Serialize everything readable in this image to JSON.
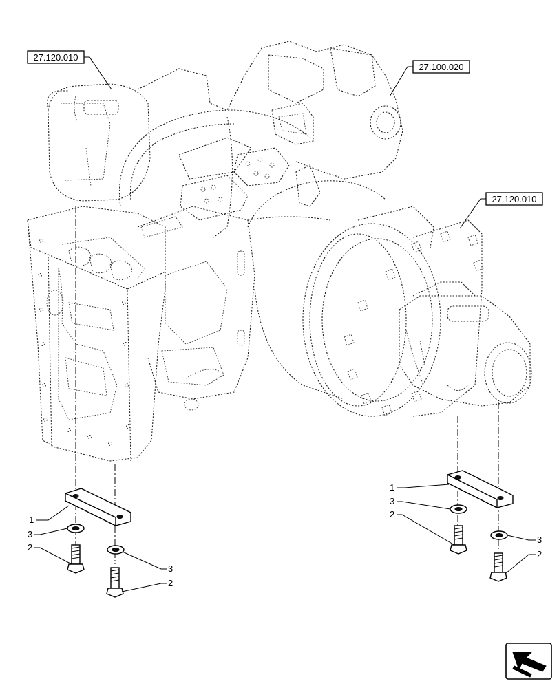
{
  "references": {
    "ref_left_top": "27.120.010",
    "ref_center_top": "27.100.020",
    "ref_right": "27.120.010"
  },
  "callouts": {
    "left": {
      "plate": "1",
      "washer_a": "3",
      "bolt_a": "2",
      "washer_b": "3",
      "bolt_b": "2"
    },
    "right": {
      "plate": "1",
      "washer_a": "3",
      "bolt_a": "2",
      "washer_b": "3",
      "bolt_b": "2"
    }
  },
  "icons": {
    "navigation": "next-page-arrow-icon"
  }
}
